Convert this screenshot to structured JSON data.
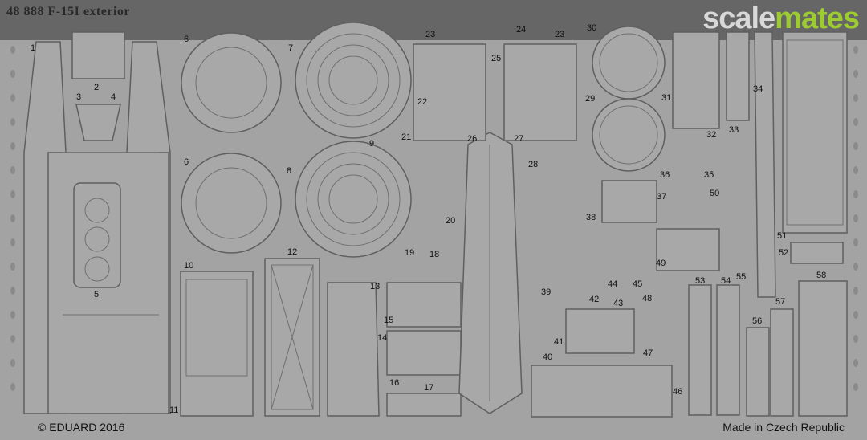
{
  "header": {
    "title": "48 888  F-15I exterior"
  },
  "watermark": {
    "part1": "scale",
    "part2": "mates",
    "accent": "#9ccc32"
  },
  "footer": {
    "copyright": "© EDUARD 2016",
    "origin": "Made in Czech Republic"
  },
  "part_numbers": [
    "1",
    "2",
    "3",
    "4",
    "5",
    "6",
    "6",
    "7",
    "8",
    "9",
    "10",
    "11",
    "12",
    "13",
    "14",
    "15",
    "16",
    "17",
    "18",
    "19",
    "20",
    "21",
    "22",
    "23",
    "23",
    "24",
    "25",
    "26",
    "27",
    "28",
    "29",
    "30",
    "31",
    "32",
    "33",
    "34",
    "35",
    "36",
    "37",
    "38",
    "39",
    "40",
    "41",
    "42",
    "43",
    "44",
    "45",
    "46",
    "47",
    "48",
    "49",
    "50",
    "51",
    "52",
    "53",
    "54",
    "55",
    "56",
    "57",
    "58"
  ],
  "colors": {
    "fret": "#a3a3a3",
    "part_fill": "#a7a7a7",
    "etch_line": "#6e6e6e"
  }
}
